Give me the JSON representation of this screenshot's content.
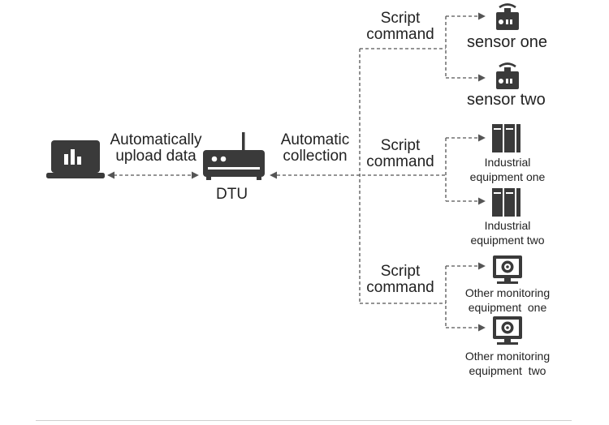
{
  "laptop": {
    "icon": "laptop-chart-icon"
  },
  "upload_label": [
    "Automatically",
    "upload data"
  ],
  "dtu": {
    "label": "DTU",
    "icon": "router-icon"
  },
  "collection_label": [
    "Automatic",
    "collection"
  ],
  "groups": [
    {
      "command": [
        "Script",
        "command"
      ],
      "devices": [
        {
          "name": "sensor one",
          "icon": "sensor-icon"
        },
        {
          "name": "sensor two",
          "icon": "sensor-icon"
        }
      ]
    },
    {
      "command": [
        "Script",
        "command"
      ],
      "devices": [
        {
          "name": [
            "Industrial",
            "equipment one"
          ],
          "icon": "server-cabinet-icon"
        },
        {
          "name": [
            "Industrial",
            "equipment two"
          ],
          "icon": "server-cabinet-icon"
        }
      ]
    },
    {
      "command": [
        "Script",
        "command"
      ],
      "devices": [
        {
          "name": [
            "Other monitoring",
            "equipment  one"
          ],
          "icon": "monitor-camera-icon"
        },
        {
          "name": [
            "Other monitoring",
            "equipment  two"
          ],
          "icon": "monitor-camera-icon"
        }
      ]
    }
  ],
  "colors": {
    "icon": "#3a3a3a",
    "line": "#555555",
    "text": "#222222"
  }
}
